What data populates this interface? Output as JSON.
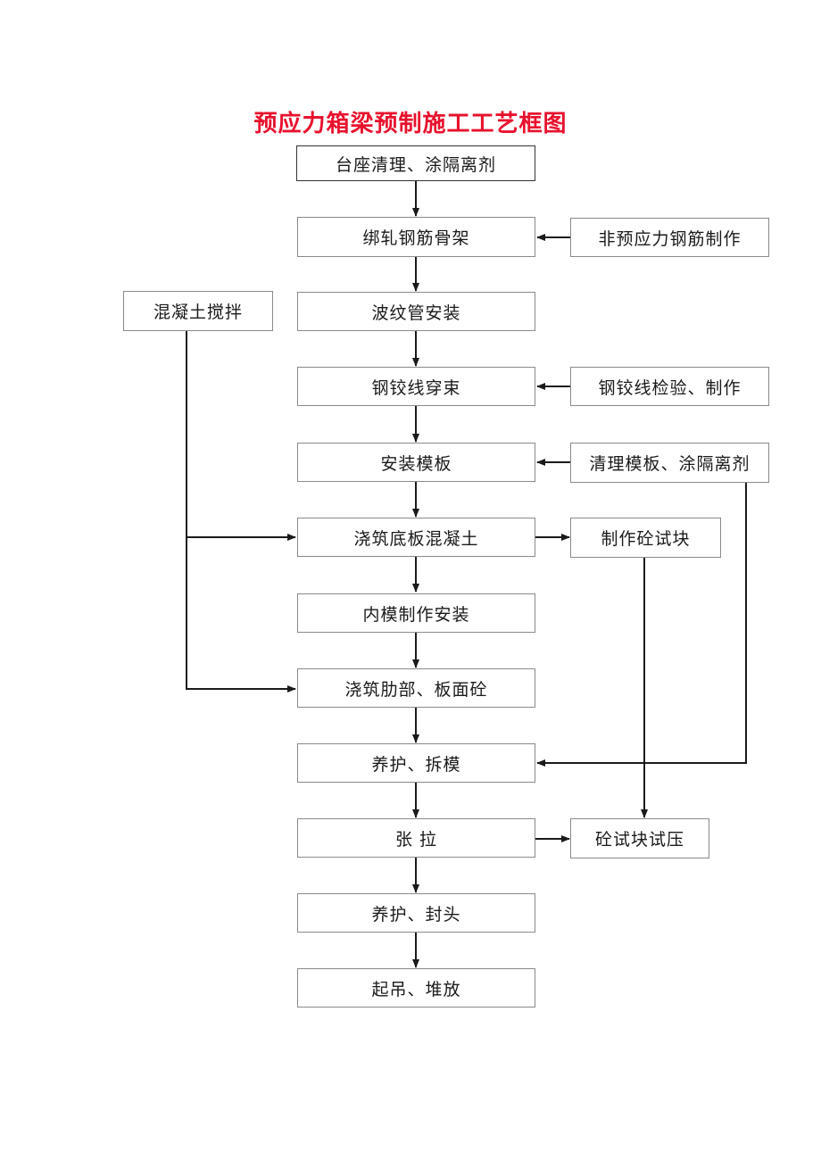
{
  "title": "预应力箱梁预制施工工艺框图",
  "title_color": "#e8112d",
  "box_border_color": "#8a8a8a",
  "arrow_color": "#1a1a1a",
  "main_flow": [
    {
      "id": "n1",
      "label": "台座清理、涂隔离剂"
    },
    {
      "id": "n2",
      "label": "绑轧钢筋骨架"
    },
    {
      "id": "n3",
      "label": "波纹管安装"
    },
    {
      "id": "n4",
      "label": "钢铰线穿束"
    },
    {
      "id": "n5",
      "label": "安装模板"
    },
    {
      "id": "n6",
      "label": "浇筑底板混凝土"
    },
    {
      "id": "n7",
      "label": "内模制作安装"
    },
    {
      "id": "n8",
      "label": "浇筑肋部、板面砼"
    },
    {
      "id": "n9",
      "label": "养护、拆模"
    },
    {
      "id": "n10",
      "label": "张    拉"
    },
    {
      "id": "n11",
      "label": "养护、封头"
    },
    {
      "id": "n12",
      "label": "起吊、堆放"
    }
  ],
  "left_branch": [
    {
      "id": "L1",
      "label": "混凝土搅拌"
    }
  ],
  "right_branch": [
    {
      "id": "R1",
      "label": "非预应力钢筋制作"
    },
    {
      "id": "R2",
      "label": "钢铰线检验、制作"
    },
    {
      "id": "R3",
      "label": "清理模板、涂隔离剂"
    },
    {
      "id": "R4",
      "label": "制作砼试块"
    },
    {
      "id": "R5",
      "label": "砼试块试压"
    }
  ],
  "connections": [
    {
      "from": "n1",
      "to": "n2",
      "kind": "down-arrow"
    },
    {
      "from": "n2",
      "to": "n3",
      "kind": "down-arrow"
    },
    {
      "from": "n3",
      "to": "n4",
      "kind": "down-arrow"
    },
    {
      "from": "n4",
      "to": "n5",
      "kind": "down-arrow"
    },
    {
      "from": "n5",
      "to": "n6",
      "kind": "down-arrow"
    },
    {
      "from": "n6",
      "to": "n7",
      "kind": "down-arrow"
    },
    {
      "from": "n7",
      "to": "n8",
      "kind": "down-arrow"
    },
    {
      "from": "n8",
      "to": "n9",
      "kind": "down-arrow"
    },
    {
      "from": "n9",
      "to": "n10",
      "kind": "down-arrow"
    },
    {
      "from": "n10",
      "to": "n11",
      "kind": "down-arrow"
    },
    {
      "from": "n11",
      "to": "n12",
      "kind": "down-arrow"
    },
    {
      "from": "R1",
      "to": "n2",
      "kind": "left-arrow"
    },
    {
      "from": "R2",
      "to": "n4",
      "kind": "left-arrow"
    },
    {
      "from": "R3",
      "to": "n5",
      "kind": "left-arrow"
    },
    {
      "from": "R3",
      "to": "n9",
      "kind": "elbow-right-down-left-arrow"
    },
    {
      "from": "L1",
      "to": "n6",
      "kind": "elbow-down-right-arrow"
    },
    {
      "from": "L1",
      "to": "n8",
      "kind": "elbow-down-right-arrow"
    },
    {
      "from": "n6",
      "to": "R4",
      "kind": "right-arrow"
    },
    {
      "from": "R4",
      "to": "R5",
      "kind": "down-arrow"
    },
    {
      "from": "n10",
      "to": "R5",
      "kind": "right-arrow"
    }
  ]
}
